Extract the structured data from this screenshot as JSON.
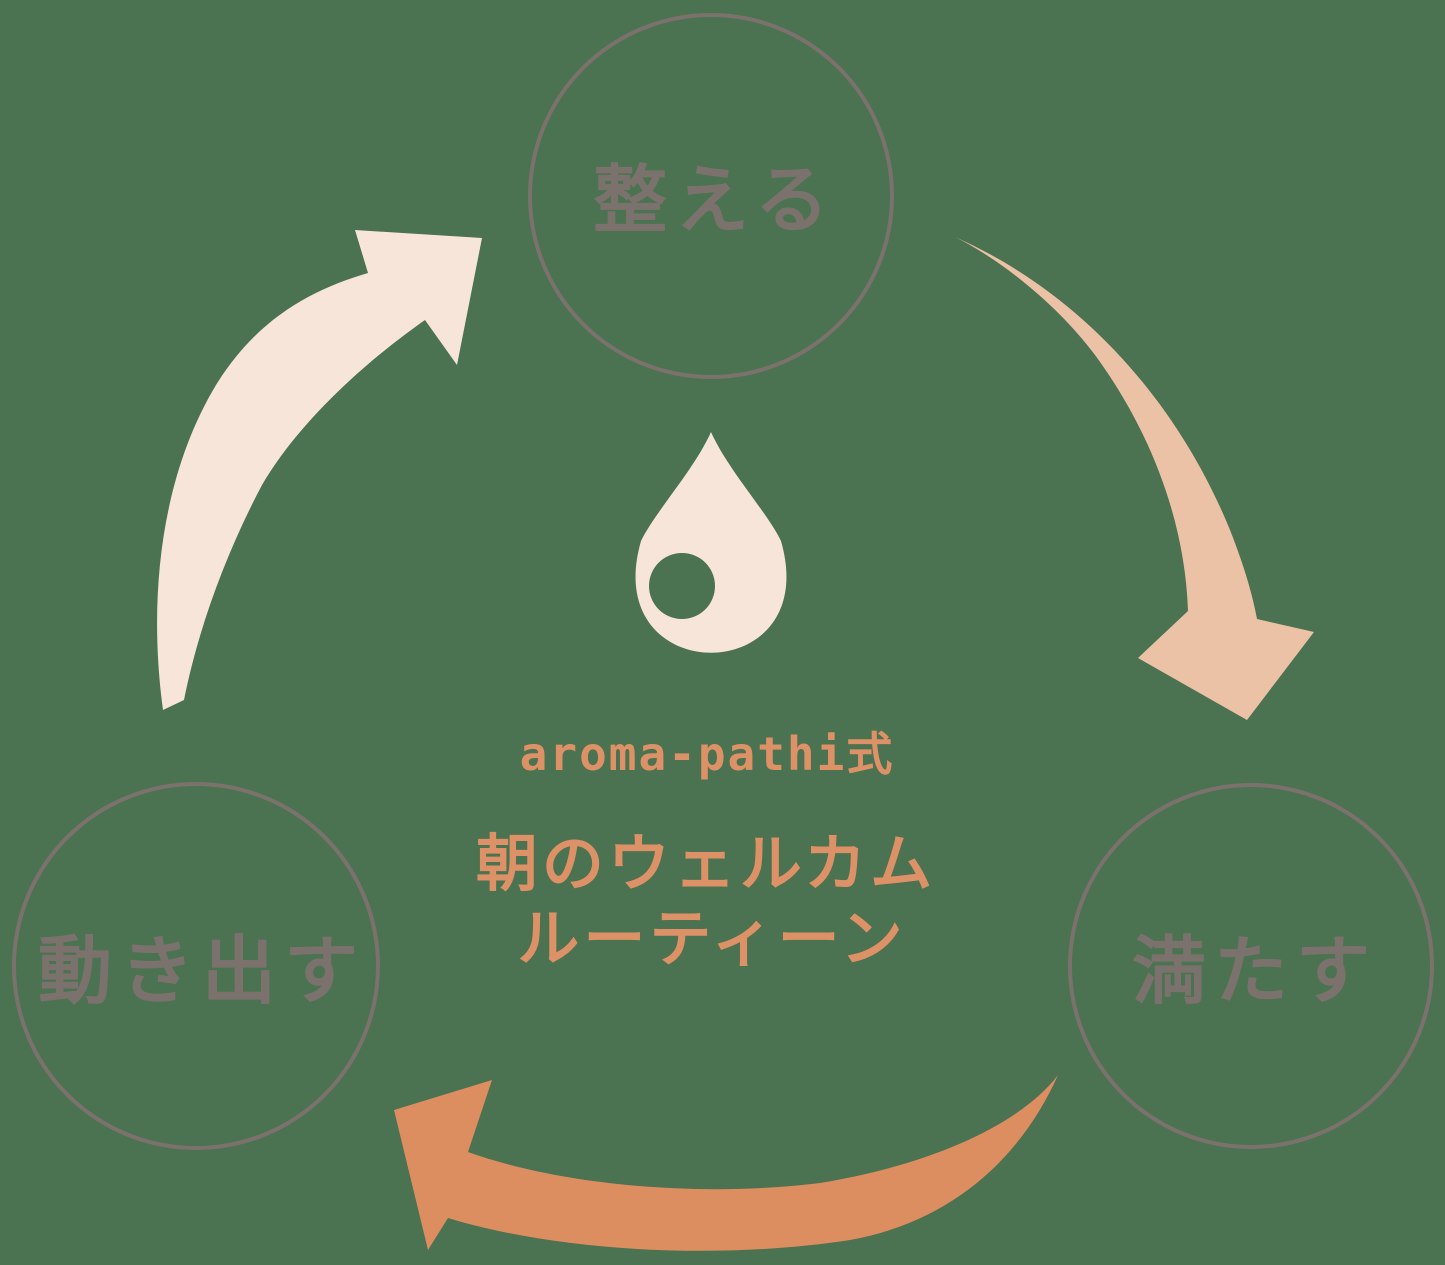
{
  "diagram": {
    "nodes": {
      "top": "整える",
      "right": "満たす",
      "left": "動き出す"
    },
    "center": {
      "brand": "aroma-pathi式",
      "title_line1": "朝のウェルカム",
      "title_line2": "ルーティーン"
    },
    "icons": {
      "droplet": "droplet-icon",
      "arrow_top_to_right": "curved-arrow-down-right-icon",
      "arrow_left_to_top": "curved-arrow-up-right-icon",
      "arrow_right_to_left": "curved-arrow-up-left-icon"
    },
    "colors": {
      "background": "#4b7251",
      "circle_outline": "#7c726d",
      "node_text": "#7c726d",
      "center_text_orange": "#dd9166",
      "arrow_light_peach": "#ecc2a6",
      "arrow_cream": "#f7e5d9",
      "arrow_terracotta": "#dd8e60",
      "droplet_fill": "#f7e5d9"
    }
  }
}
